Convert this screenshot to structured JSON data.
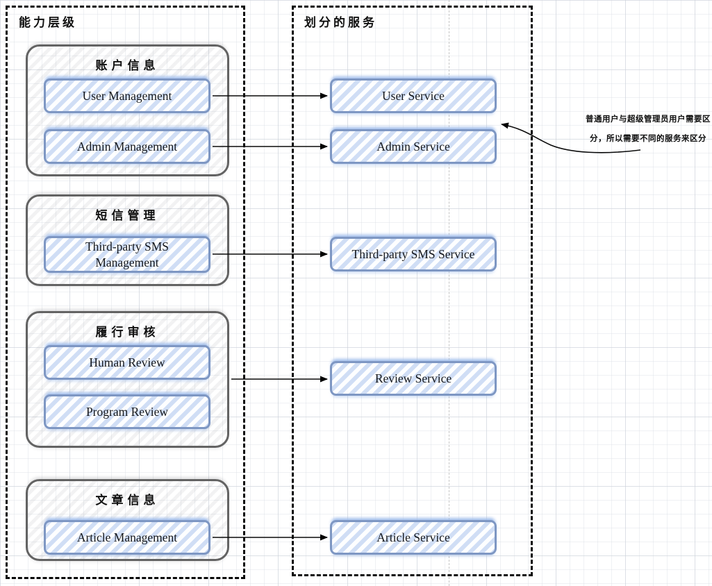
{
  "diagram": {
    "left_panel": {
      "title": "能力层级",
      "groups": [
        {
          "title": "账户信息",
          "items": [
            "User  Management",
            "Admin  Management"
          ]
        },
        {
          "title": "短信管理",
          "items": [
            "Third-party SMS Management"
          ]
        },
        {
          "title": "履行审核",
          "items": [
            "Human Review",
            "Program Review"
          ]
        },
        {
          "title": "文章信息",
          "items": [
            "Article  Management"
          ]
        }
      ]
    },
    "right_panel": {
      "title": "划分的服务",
      "services": [
        "User  Service",
        "Admin  Service",
        "Third-party SMS  Service",
        "Review  Service",
        "Article  Service"
      ]
    },
    "annotation": {
      "line1": "普通用户与超级管理员用户需要区",
      "line2": "分，所以需要不同的服务来区分"
    },
    "connections": [
      {
        "from": "User Management",
        "to": "User Service"
      },
      {
        "from": "Admin Management",
        "to": "Admin Service"
      },
      {
        "from": "Third-party SMS Management",
        "to": "Third-party SMS Service"
      },
      {
        "from": "履行审核",
        "to": "Review Service"
      },
      {
        "from": "Article Management",
        "to": "Article Service"
      },
      {
        "from": "annotation-note",
        "to": "Admin Service"
      }
    ],
    "colors": {
      "node_border": "#7e97c3",
      "node_stripe": "#d9e5f8",
      "group_border": "#636363",
      "container_border": "#0a0a0a",
      "arrow": "#000000",
      "guide_line": "#c6c6c6"
    }
  }
}
